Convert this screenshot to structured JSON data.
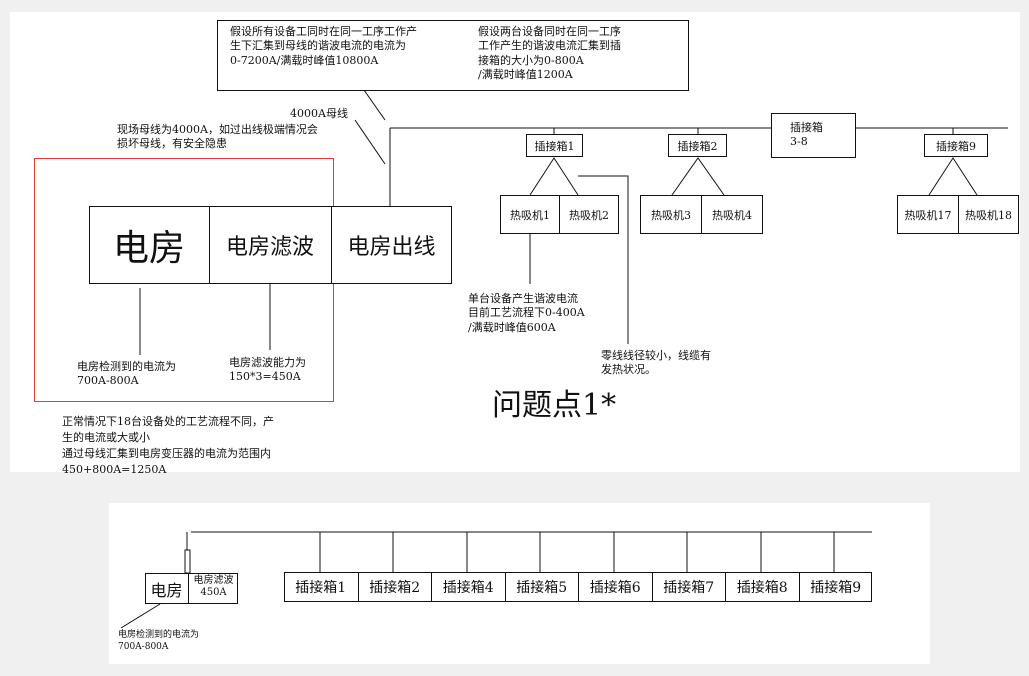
{
  "top": {
    "note_top_left": [
      "假设所有设备工同时在同一工序工作产",
      "生下汇集到母线的谐波电流的电流为",
      "0-7200A/满载时峰值10800A"
    ],
    "note_top_right": [
      "假设两台设备同时在同一工序",
      "工作产生的谐波电流汇集到插",
      "接箱的大小为0-800A",
      "/满载时峰值1200A"
    ],
    "label_busbar": "4000A母线",
    "note_busbar": [
      "现场母线为4000A，如过出线极端情况会",
      "损坏母线，有安全隐患"
    ],
    "power_room": "电房",
    "power_room_filter": "电房滤波",
    "power_room_outlet": "电房出线",
    "note_detected": [
      "电房检测到的电流为",
      "700A-800A"
    ],
    "note_filter": [
      "电房滤波能力为",
      "150*3=450A"
    ],
    "note_bottom": [
      "正常情况下18台设备处的工艺流程不同，产",
      "生的电流或大或小",
      "通过母线汇集到电房变压器的电流为范围内",
      "450+800A=1250A"
    ],
    "junction_boxes": [
      "插接箱1",
      "插接箱2",
      "插接箱9"
    ],
    "junction_middle": [
      "插接箱",
      "3-8"
    ],
    "machines": [
      "热吸机1",
      "热吸机2",
      "热吸机3",
      "热吸机4",
      "热吸机17",
      "热吸机18"
    ],
    "note_single": [
      "单台设备产生谐波电流",
      "目前工艺流程下0-400A",
      "/满载时峰值600A"
    ],
    "note_neutral": [
      "零线线径较小，线缆有",
      "发热状况。"
    ],
    "problem_title": "问题点1*"
  },
  "bottom": {
    "power_room": "电房",
    "filter_label": "电房滤波",
    "filter_value": "450A",
    "junction_boxes": [
      "插接箱1",
      "插接箱2",
      "插接箱4",
      "插接箱5",
      "插接箱6",
      "插接箱7",
      "插接箱8",
      "插接箱9"
    ],
    "note_detected": [
      "电房检测到的电流为",
      "700A-800A"
    ]
  }
}
